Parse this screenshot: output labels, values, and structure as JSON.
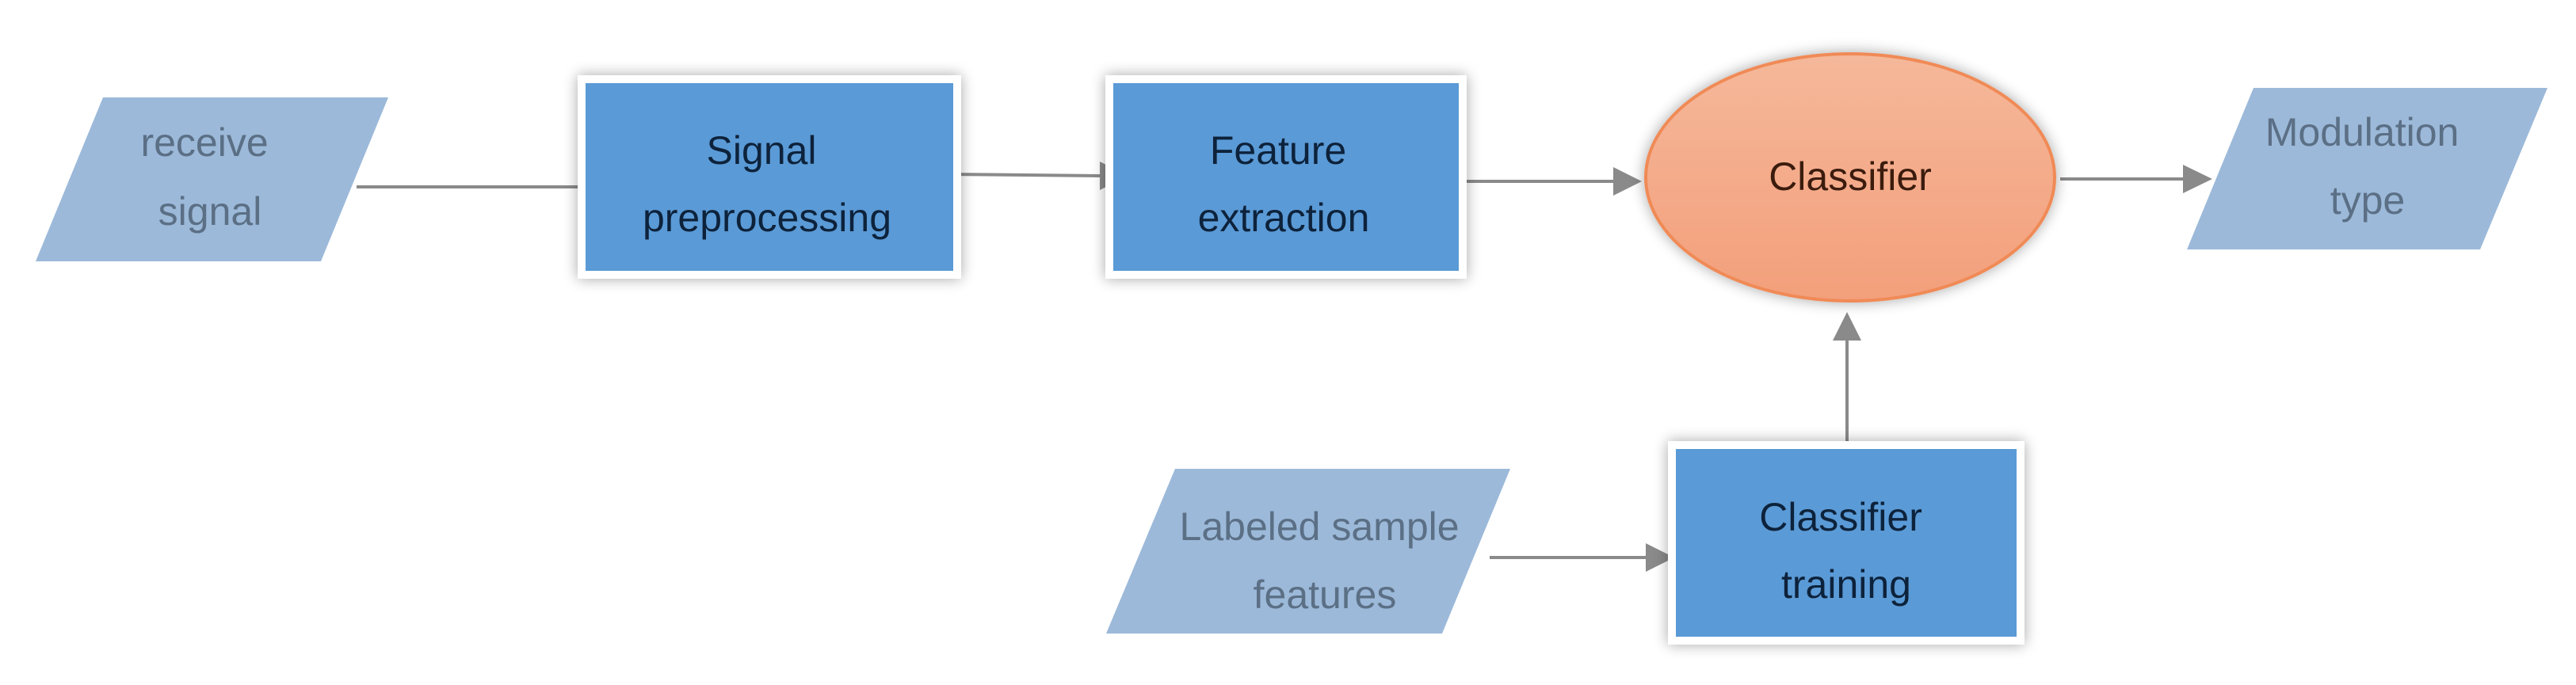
{
  "diagram": {
    "nodes": {
      "receive_signal": {
        "lines": [
          "receive",
          "signal"
        ]
      },
      "signal_preprocessing": {
        "lines": [
          "Signal",
          "preprocessing"
        ]
      },
      "feature_extraction": {
        "lines": [
          "Feature",
          "extraction"
        ]
      },
      "classifier": {
        "lines": [
          "Classifier"
        ]
      },
      "modulation_type": {
        "lines": [
          "Modulation",
          "type"
        ]
      },
      "labeled_sample_features": {
        "lines": [
          "Labeled sample",
          "features"
        ]
      },
      "classifier_training": {
        "lines": [
          "Classifier",
          "training"
        ]
      }
    },
    "edges": [
      {
        "from": "receive_signal",
        "to": "signal_preprocessing"
      },
      {
        "from": "signal_preprocessing",
        "to": "feature_extraction"
      },
      {
        "from": "feature_extraction",
        "to": "classifier"
      },
      {
        "from": "classifier",
        "to": "modulation_type"
      },
      {
        "from": "labeled_sample_features",
        "to": "classifier_training"
      },
      {
        "from": "classifier_training",
        "to": "classifier"
      }
    ],
    "colors": {
      "io_fill": "#9cb9d9",
      "process_fill": "#5a9ad6",
      "process_border": "#ffffff",
      "classifier_fill_top": "#f5b89a",
      "classifier_fill_bottom": "#f39f7b",
      "classifier_border": "#f08a57",
      "arrow": "#8a8a8a"
    }
  }
}
